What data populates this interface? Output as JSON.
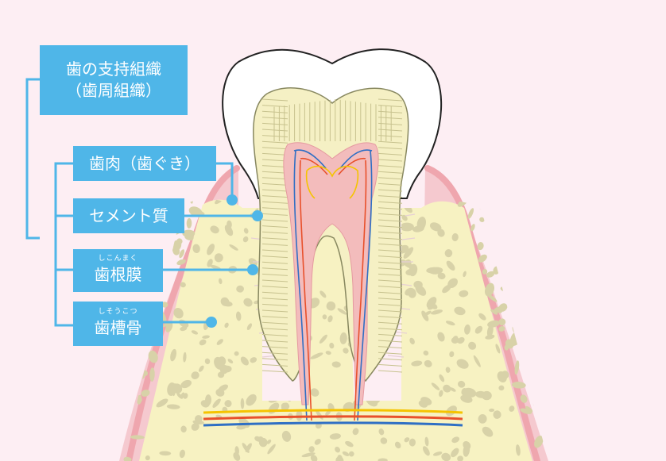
{
  "labels": {
    "support_title": "歯の支持組織",
    "support_subtitle": "（歯周組織）",
    "gingiva": "歯肉（歯ぐき）",
    "cementum": "セメント質",
    "pdl_ruby": "しこんまく",
    "pdl": "歯根膜",
    "bone_ruby": "しそうこつ",
    "bone": "歯槽骨"
  },
  "colors": {
    "background": "#fdeef3",
    "label_box": "#4fb6e8",
    "connector": "#4fb6e8",
    "enamel": "#ffffff",
    "dentin": "#f5f0c4",
    "dentin_lines": "#c7c28e",
    "pulp": "#f3bcbc",
    "gum": "#f2b6bc",
    "bone": "#f7f2c2",
    "bone_spots": "#d8d2a8",
    "nerve": "#f5c400",
    "artery": "#e8502b",
    "vein": "#2f6fc4"
  },
  "icons": [
    "connector-dot"
  ]
}
